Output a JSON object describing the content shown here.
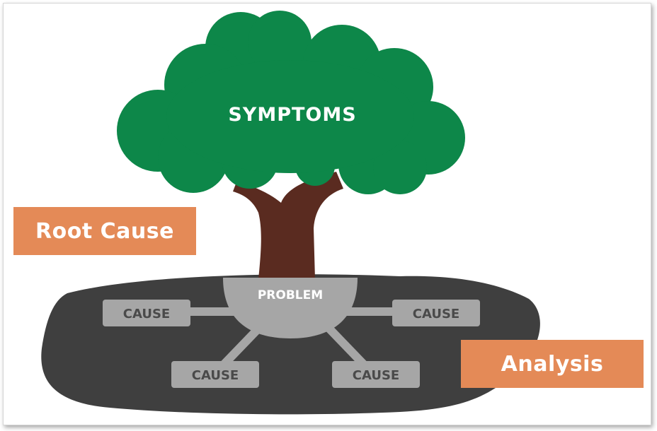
{
  "diagram": {
    "canopy_label": "SYMPTOMS",
    "center_label": "PROBLEM",
    "cause_labels": [
      "CAUSE",
      "CAUSE",
      "CAUSE",
      "CAUSE"
    ],
    "left_tag": "Root Cause",
    "right_tag": "Analysis"
  },
  "colors": {
    "canopy": "#0d8749",
    "trunk": "#5a2b20",
    "ground": "#3f3f3f",
    "node": "#a6a6a6",
    "node_text": "#4a4a4a",
    "tag": "#e48a57",
    "tag_text": "#ffffff"
  }
}
